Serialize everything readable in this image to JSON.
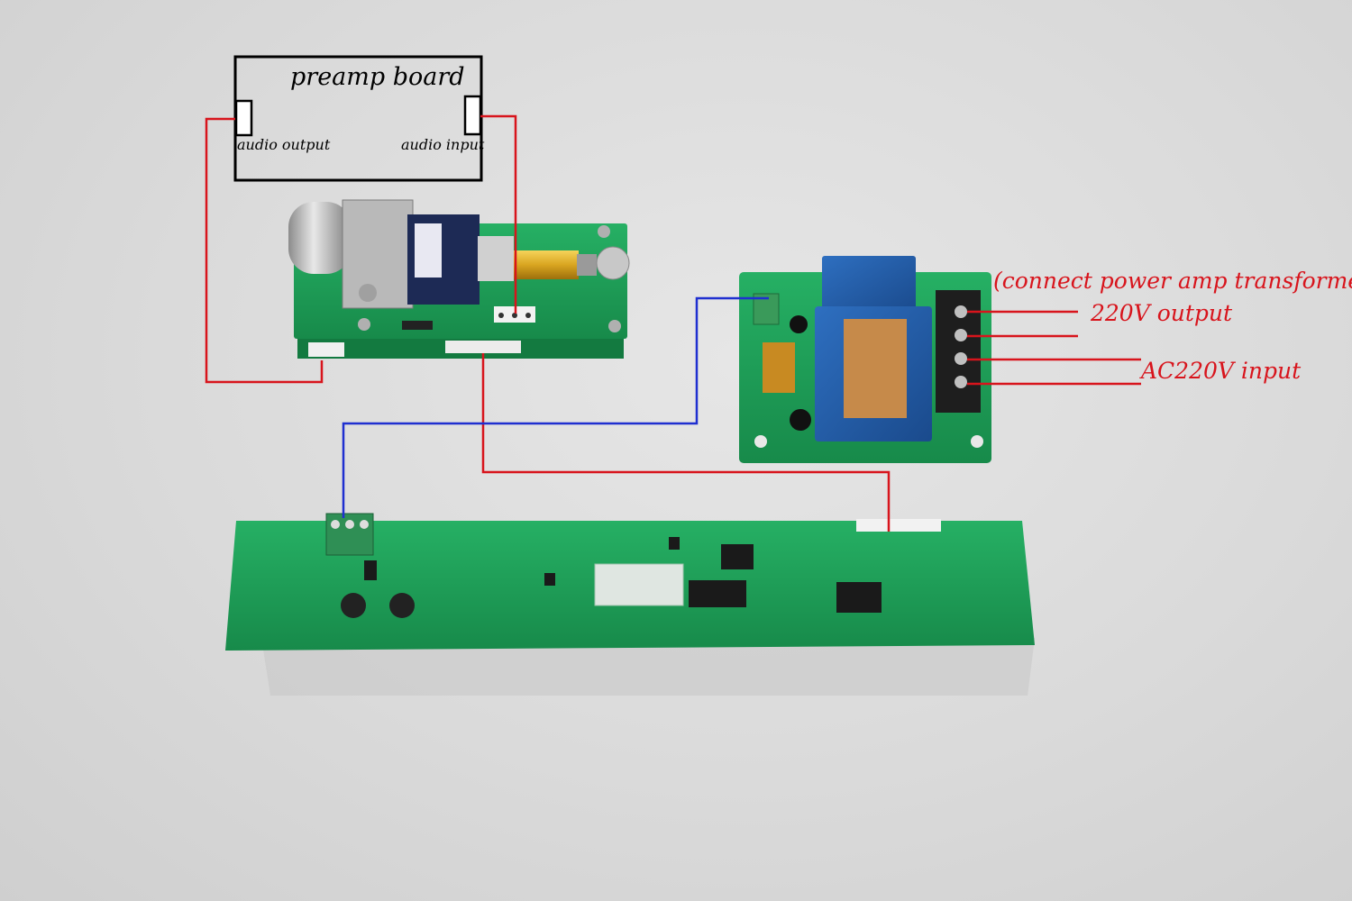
{
  "diagram": {
    "preamp_box": {
      "title": "preamp board",
      "audio_output": "audio output",
      "audio_input": "audio input"
    },
    "power_board": {
      "note": "(connect power amp transformer)",
      "output_label": "220V output",
      "input_label": "AC220V input"
    },
    "colors": {
      "signal_wire": "#d8141c",
      "control_wire": "#1f2fd0",
      "pcb_green": "#1fa35c",
      "background": "#dcdcdc"
    }
  }
}
